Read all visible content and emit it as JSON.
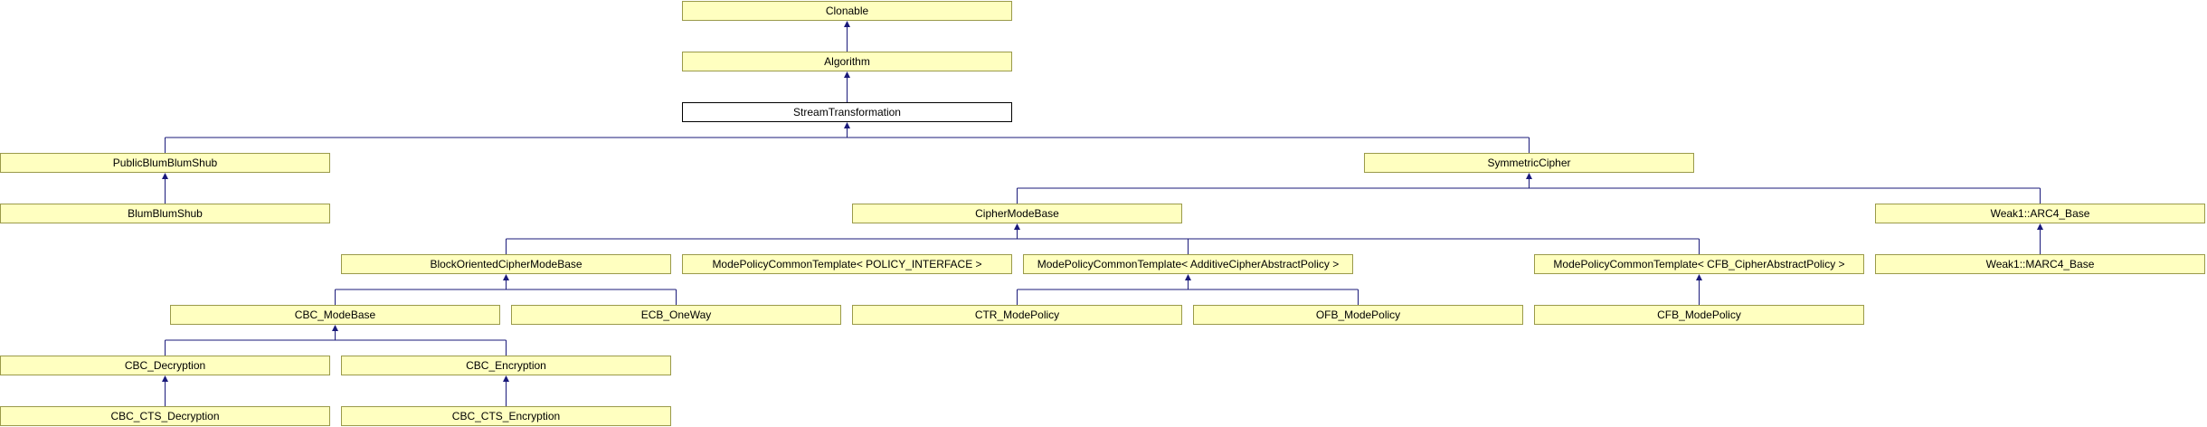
{
  "colors": {
    "node_fill": "#ffffc0",
    "node_border": "#9a9a4a",
    "highlight_fill": "#ffffff",
    "highlight_border": "#000000",
    "edge": "#1a1a7a"
  },
  "nodes": [
    {
      "id": "clonable",
      "label": "Clonable"
    },
    {
      "id": "algorithm",
      "label": "Algorithm"
    },
    {
      "id": "stream",
      "label": "StreamTransformation",
      "highlight": true
    },
    {
      "id": "pbbs",
      "label": "PublicBlumBlumShub"
    },
    {
      "id": "sym",
      "label": "SymmetricCipher"
    },
    {
      "id": "bbs",
      "label": "BlumBlumShub"
    },
    {
      "id": "cmb",
      "label": "CipherModeBase"
    },
    {
      "id": "arc4",
      "label": "Weak1::ARC4_Base"
    },
    {
      "id": "bocmb",
      "label": "BlockOrientedCipherModeBase"
    },
    {
      "id": "mpct_pi",
      "label": "ModePolicyCommonTemplate< POLICY_INTERFACE >"
    },
    {
      "id": "mpct_acap",
      "label": "ModePolicyCommonTemplate< AdditiveCipherAbstractPolicy >"
    },
    {
      "id": "mpct_cfb",
      "label": "ModePolicyCommonTemplate< CFB_CipherAbstractPolicy >"
    },
    {
      "id": "marc4",
      "label": "Weak1::MARC4_Base"
    },
    {
      "id": "cbcmb",
      "label": "CBC_ModeBase"
    },
    {
      "id": "ecb",
      "label": "ECB_OneWay"
    },
    {
      "id": "ctr",
      "label": "CTR_ModePolicy"
    },
    {
      "id": "ofb",
      "label": "OFB_ModePolicy"
    },
    {
      "id": "cfbmp",
      "label": "CFB_ModePolicy"
    },
    {
      "id": "cbcdec",
      "label": "CBC_Decryption"
    },
    {
      "id": "cbcenc",
      "label": "CBC_Encryption"
    },
    {
      "id": "ctsdec",
      "label": "CBC_CTS_Decryption"
    },
    {
      "id": "ctsenc",
      "label": "CBC_CTS_Encryption"
    }
  ],
  "edges": [
    {
      "parent": "clonable",
      "children": [
        "algorithm"
      ]
    },
    {
      "parent": "algorithm",
      "children": [
        "stream"
      ]
    },
    {
      "parent": "stream",
      "children": [
        "pbbs",
        "sym"
      ]
    },
    {
      "parent": "pbbs",
      "children": [
        "bbs"
      ]
    },
    {
      "parent": "sym",
      "children": [
        "cmb",
        "arc4"
      ]
    },
    {
      "parent": "cmb",
      "children": [
        "bocmb",
        "mpct_acap",
        "mpct_cfb"
      ]
    },
    {
      "parent": "arc4",
      "children": [
        "marc4"
      ]
    },
    {
      "parent": "bocmb",
      "children": [
        "cbcmb",
        "ecb"
      ]
    },
    {
      "parent": "mpct_acap",
      "children": [
        "ctr",
        "ofb"
      ]
    },
    {
      "parent": "mpct_cfb",
      "children": [
        "cfbmp"
      ]
    },
    {
      "parent": "cbcmb",
      "children": [
        "cbcdec",
        "cbcenc"
      ]
    },
    {
      "parent": "cbcdec",
      "children": [
        "ctsdec"
      ]
    },
    {
      "parent": "cbcenc",
      "children": [
        "ctsenc"
      ]
    }
  ]
}
